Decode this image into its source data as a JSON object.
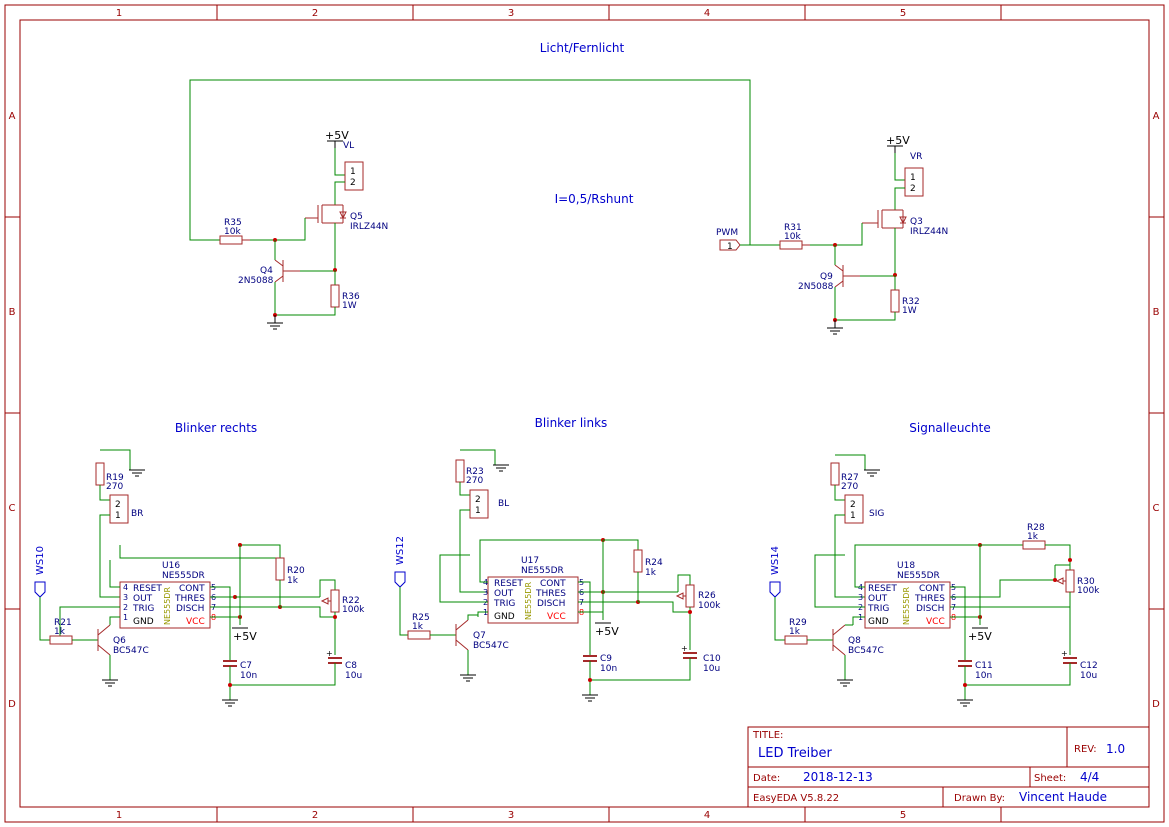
{
  "frame": {
    "columns": [
      "1",
      "2",
      "3",
      "4",
      "5"
    ],
    "rows": [
      "A",
      "B",
      "C",
      "D"
    ]
  },
  "titles": {
    "licht": "Licht/Fernlicht",
    "formula": "I=0,5/Rshunt",
    "blinker_rechts": "Blinker rechts",
    "blinker_links": "Blinker links",
    "signal": "Signalleuchte"
  },
  "power": {
    "vcc": "+5V"
  },
  "left_driver": {
    "connector": "VL",
    "pin1": "1",
    "pin2": "2",
    "mosfet_ref": "Q5",
    "mosfet_val": "IRLZ44N",
    "res_ref": "R35",
    "res_val": "10k",
    "bjt_ref": "Q4",
    "bjt_val": "2N5088",
    "shunt_ref": "R36",
    "shunt_val": "1W"
  },
  "right_driver": {
    "connector": "VR",
    "pin1": "1",
    "pin2": "2",
    "mosfet_ref": "Q3",
    "mosfet_val": "IRLZ44N",
    "res_ref": "R31",
    "res_val": "10k",
    "bjt_ref": "Q9",
    "bjt_val": "2N5088",
    "shunt_ref": "R32",
    "shunt_val": "1W",
    "pwm_label": "PWM",
    "pwm_pin": "1"
  },
  "ic_pins": {
    "reset": "RESET",
    "out": "OUT",
    "trig": "TRIG",
    "gnd": "GND",
    "cont": "CONT",
    "thres": "THRES",
    "disch": "DISCH",
    "vcc": "VCC",
    "part": "NE555DR",
    "n4": "4",
    "n3": "3",
    "n2": "2",
    "n1": "1",
    "n5": "5",
    "n6": "6",
    "n7": "7",
    "n8": "8"
  },
  "blinker_rechts": {
    "port": "WS10",
    "conn": "BR",
    "r_top_ref": "R19",
    "r_top_val": "270",
    "u_ref": "U16",
    "u_val": "NE555DR",
    "r_mid_ref": "R20",
    "r_mid_val": "1k",
    "pot_ref": "R22",
    "pot_val": "100k",
    "r_in_ref": "R21",
    "r_in_val": "1k",
    "q_ref": "Q6",
    "q_val": "BC547C",
    "c1_ref": "C7",
    "c1_val": "10n",
    "c2_ref": "C8",
    "c2_val": "10u"
  },
  "blinker_links": {
    "port": "WS12",
    "conn": "BL",
    "r_top_ref": "R23",
    "r_top_val": "270",
    "u_ref": "U17",
    "u_val": "NE555DR",
    "r_mid_ref": "R24",
    "r_mid_val": "1k",
    "pot_ref": "R26",
    "pot_val": "100k",
    "r_in_ref": "R25",
    "r_in_val": "1k",
    "q_ref": "Q7",
    "q_val": "BC547C",
    "c1_ref": "C9",
    "c1_val": "10n",
    "c2_ref": "C10",
    "c2_val": "10u"
  },
  "signal": {
    "port": "WS14",
    "conn": "SIG",
    "r_top_ref": "R27",
    "r_top_val": "270",
    "u_ref": "U18",
    "u_val": "NE555DR",
    "r_mid_ref": "R28",
    "r_mid_val": "1k",
    "pot_ref": "R30",
    "pot_val": "100k",
    "r_in_ref": "R29",
    "r_in_val": "1k",
    "q_ref": "Q8",
    "q_val": "BC547C",
    "c1_ref": "C11",
    "c1_val": "10n",
    "c2_ref": "C12",
    "c2_val": "10u"
  },
  "title_block": {
    "title_label": "TITLE:",
    "title": "LED Treiber",
    "rev_label": "REV:",
    "rev": "1.0",
    "date_label": "Date:",
    "date": "2018-12-13",
    "sheet_label": "Sheet:",
    "sheet": "4/4",
    "tool": "EasyEDA V5.8.22",
    "drawn_label": "Drawn By:",
    "drawn_by": "Vincent Haude"
  }
}
